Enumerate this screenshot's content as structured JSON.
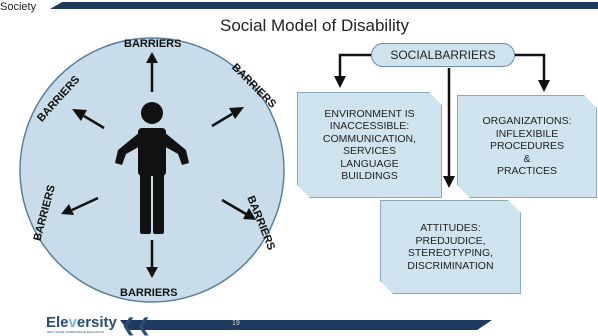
{
  "header": {
    "label": "Society"
  },
  "title": "Social Model of Disability",
  "barriers": {
    "top": "BARRIERS",
    "bottom": "BARRIERS",
    "upper_left": "BARRIERS",
    "upper_right": "BARRIERS",
    "lower_left": "BARRIERS",
    "lower_right": "BARRIERS"
  },
  "social_barriers": "SOCIALBARRIERS",
  "boxes": {
    "environment": [
      "ENVIRONMENT IS",
      "INACCESSIBLE:",
      "COMMUNICATION,",
      "SERVICES",
      "LANGUAGE",
      "BUILDINGS"
    ],
    "organizations": [
      "ORGANIZATIONS:",
      "INFLEXIBILE",
      "PROCEDURES",
      "&",
      "PRACTICES"
    ],
    "attitudes": [
      "ATTITUDES:",
      "PREDJUDICE,",
      "STEREOTYPING,",
      "DISCRIMINATION"
    ]
  },
  "footer": {
    "logo_left": "Ele",
    "logo_v": "v",
    "logo_right": "ersity",
    "tagline": "NEXT-LEVEL WORKFORCE EDUCATION",
    "chevrons": "❮❮",
    "page_number": "19"
  },
  "colors": {
    "circle_fill": "#c9dce9",
    "circle_stroke": "#5b7f9a",
    "box_fill": "#cfe4ee",
    "dark_blue": "#1f3a5f"
  }
}
